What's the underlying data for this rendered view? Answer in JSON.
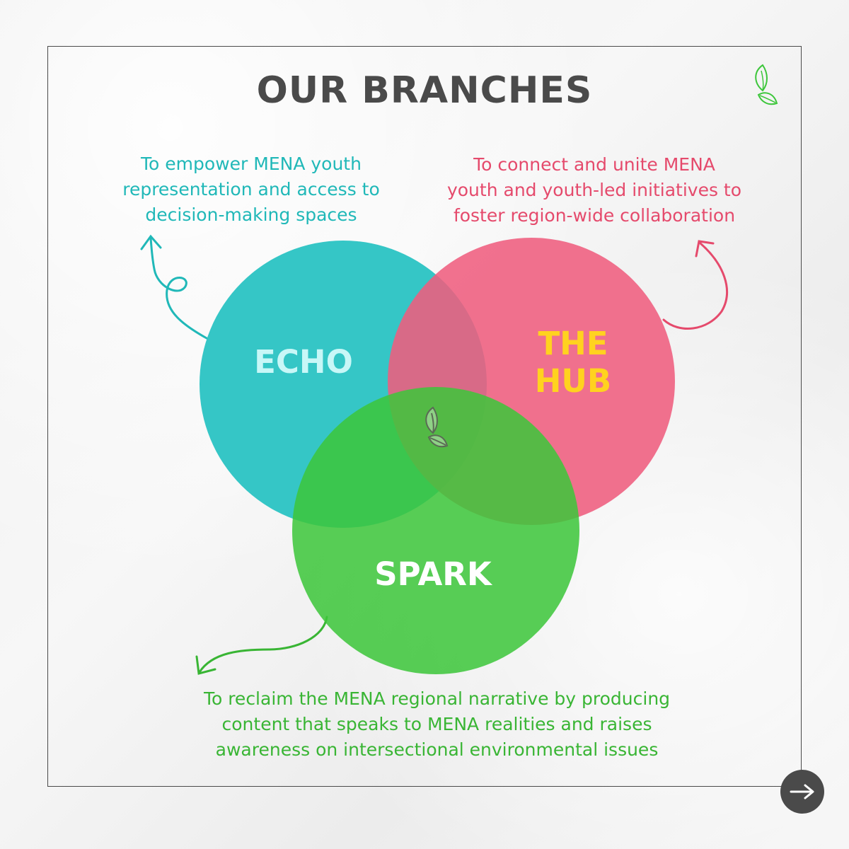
{
  "title": "OUR BRANCHES",
  "branches": {
    "echo": {
      "label": "ECHO",
      "description": [
        "To empower MENA youth",
        "representation and access to",
        "decision-making spaces"
      ],
      "color": "#2ec4c4",
      "label_color": "#c8f7f7"
    },
    "hub": {
      "label_lines": [
        "THE",
        "HUB"
      ],
      "description": [
        "To connect and unite MENA",
        "youth and youth-led initiatives to",
        "foster region-wide collaboration"
      ],
      "color": "#ef5d7e",
      "label_color": "#ffd21f"
    },
    "spark": {
      "label": "SPARK",
      "description": [
        "To reclaim the MENA regional narrative by producing",
        "content that speaks to MENA realities and raises",
        "awareness on intersectional environmental issues"
      ],
      "color": "#3cc63a",
      "label_color": "#ffffff"
    }
  },
  "icons": {
    "logo": "leaf-logo-icon",
    "next": "arrow-right-icon"
  }
}
